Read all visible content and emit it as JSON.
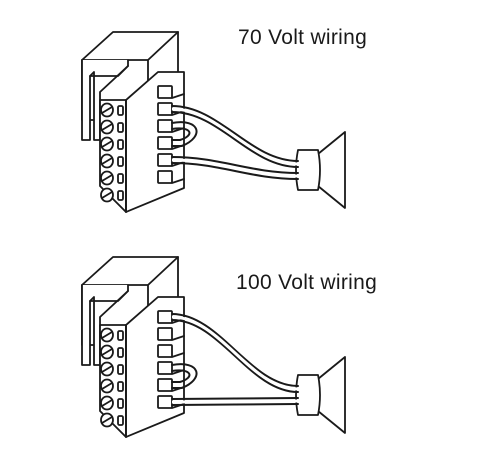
{
  "diagrams": [
    {
      "id": "wiring-70v",
      "label": "70 Volt wiring",
      "jumper_between_slots": [
        3,
        4
      ],
      "wire_top_slot": 2,
      "wire_bottom_slot": 5
    },
    {
      "id": "wiring-100v",
      "label": "100 Volt wiring",
      "jumper_between_slots": [
        4,
        5
      ],
      "wire_top_slot": 1,
      "wire_bottom_slot": 6
    }
  ],
  "colors": {
    "line": "#1a1a1a",
    "background": "#ffffff"
  },
  "icons": [
    "terminal-block-icon",
    "speaker-icon",
    "jumper-wire-icon"
  ]
}
